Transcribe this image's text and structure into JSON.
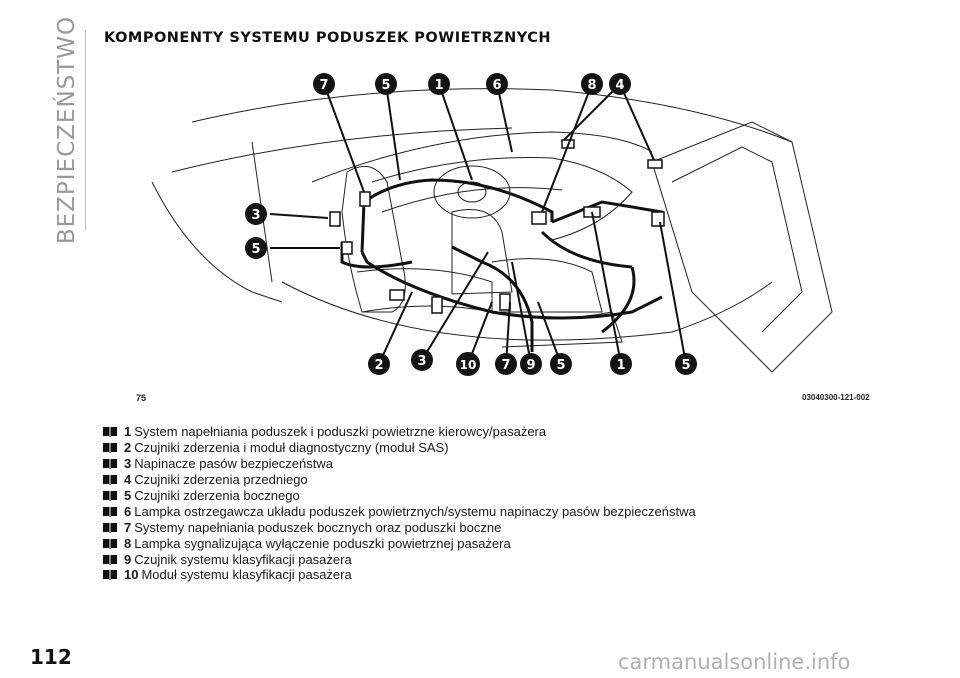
{
  "side_tab": "BEZPIECZEŃSTWO",
  "title": "KOMPONENTY SYSTEMU PODUSZEK POWIETRZNYCH",
  "figure": {
    "number": "75",
    "code": "03040300-121-002",
    "callouts_top": [
      "7",
      "5",
      "1",
      "6",
      "8",
      "4"
    ],
    "callouts_left": [
      "3",
      "5"
    ],
    "callouts_bottom": [
      "2",
      "3",
      "10",
      "7",
      "9",
      "5",
      "1",
      "5"
    ]
  },
  "legend": [
    {
      "num": "1",
      "text": "System napełniania poduszek i poduszki powietrzne kierowcy/pasażera"
    },
    {
      "num": "2",
      "text": "Czujniki zderzenia i moduł diagnostyczny (moduł SAS)"
    },
    {
      "num": "3",
      "text": "Napinacze pasów bezpieczeństwa"
    },
    {
      "num": "4",
      "text": "Czujniki zderzenia przedniego"
    },
    {
      "num": "5",
      "text": "Czujniki zderzenia bocznego"
    },
    {
      "num": "6",
      "text": "Lampka ostrzegawcza układu poduszek powietrznych/systemu napinaczy pasów bezpieczeństwa"
    },
    {
      "num": "7",
      "text": "Systemy napełniania poduszek bocznych oraz poduszki boczne"
    },
    {
      "num": "8",
      "text": "Lampka sygnalizująca wyłączenie poduszki powietrznej pasażera"
    },
    {
      "num": "9",
      "text": "Czujnik systemu klasyfikacji pasażera"
    },
    {
      "num": "10",
      "text": "Moduł systemu klasyfikacji pasażera"
    }
  ],
  "page_number": "112",
  "watermark": "carmanualsonline.info",
  "icons": {
    "bullet": "book-icon"
  }
}
